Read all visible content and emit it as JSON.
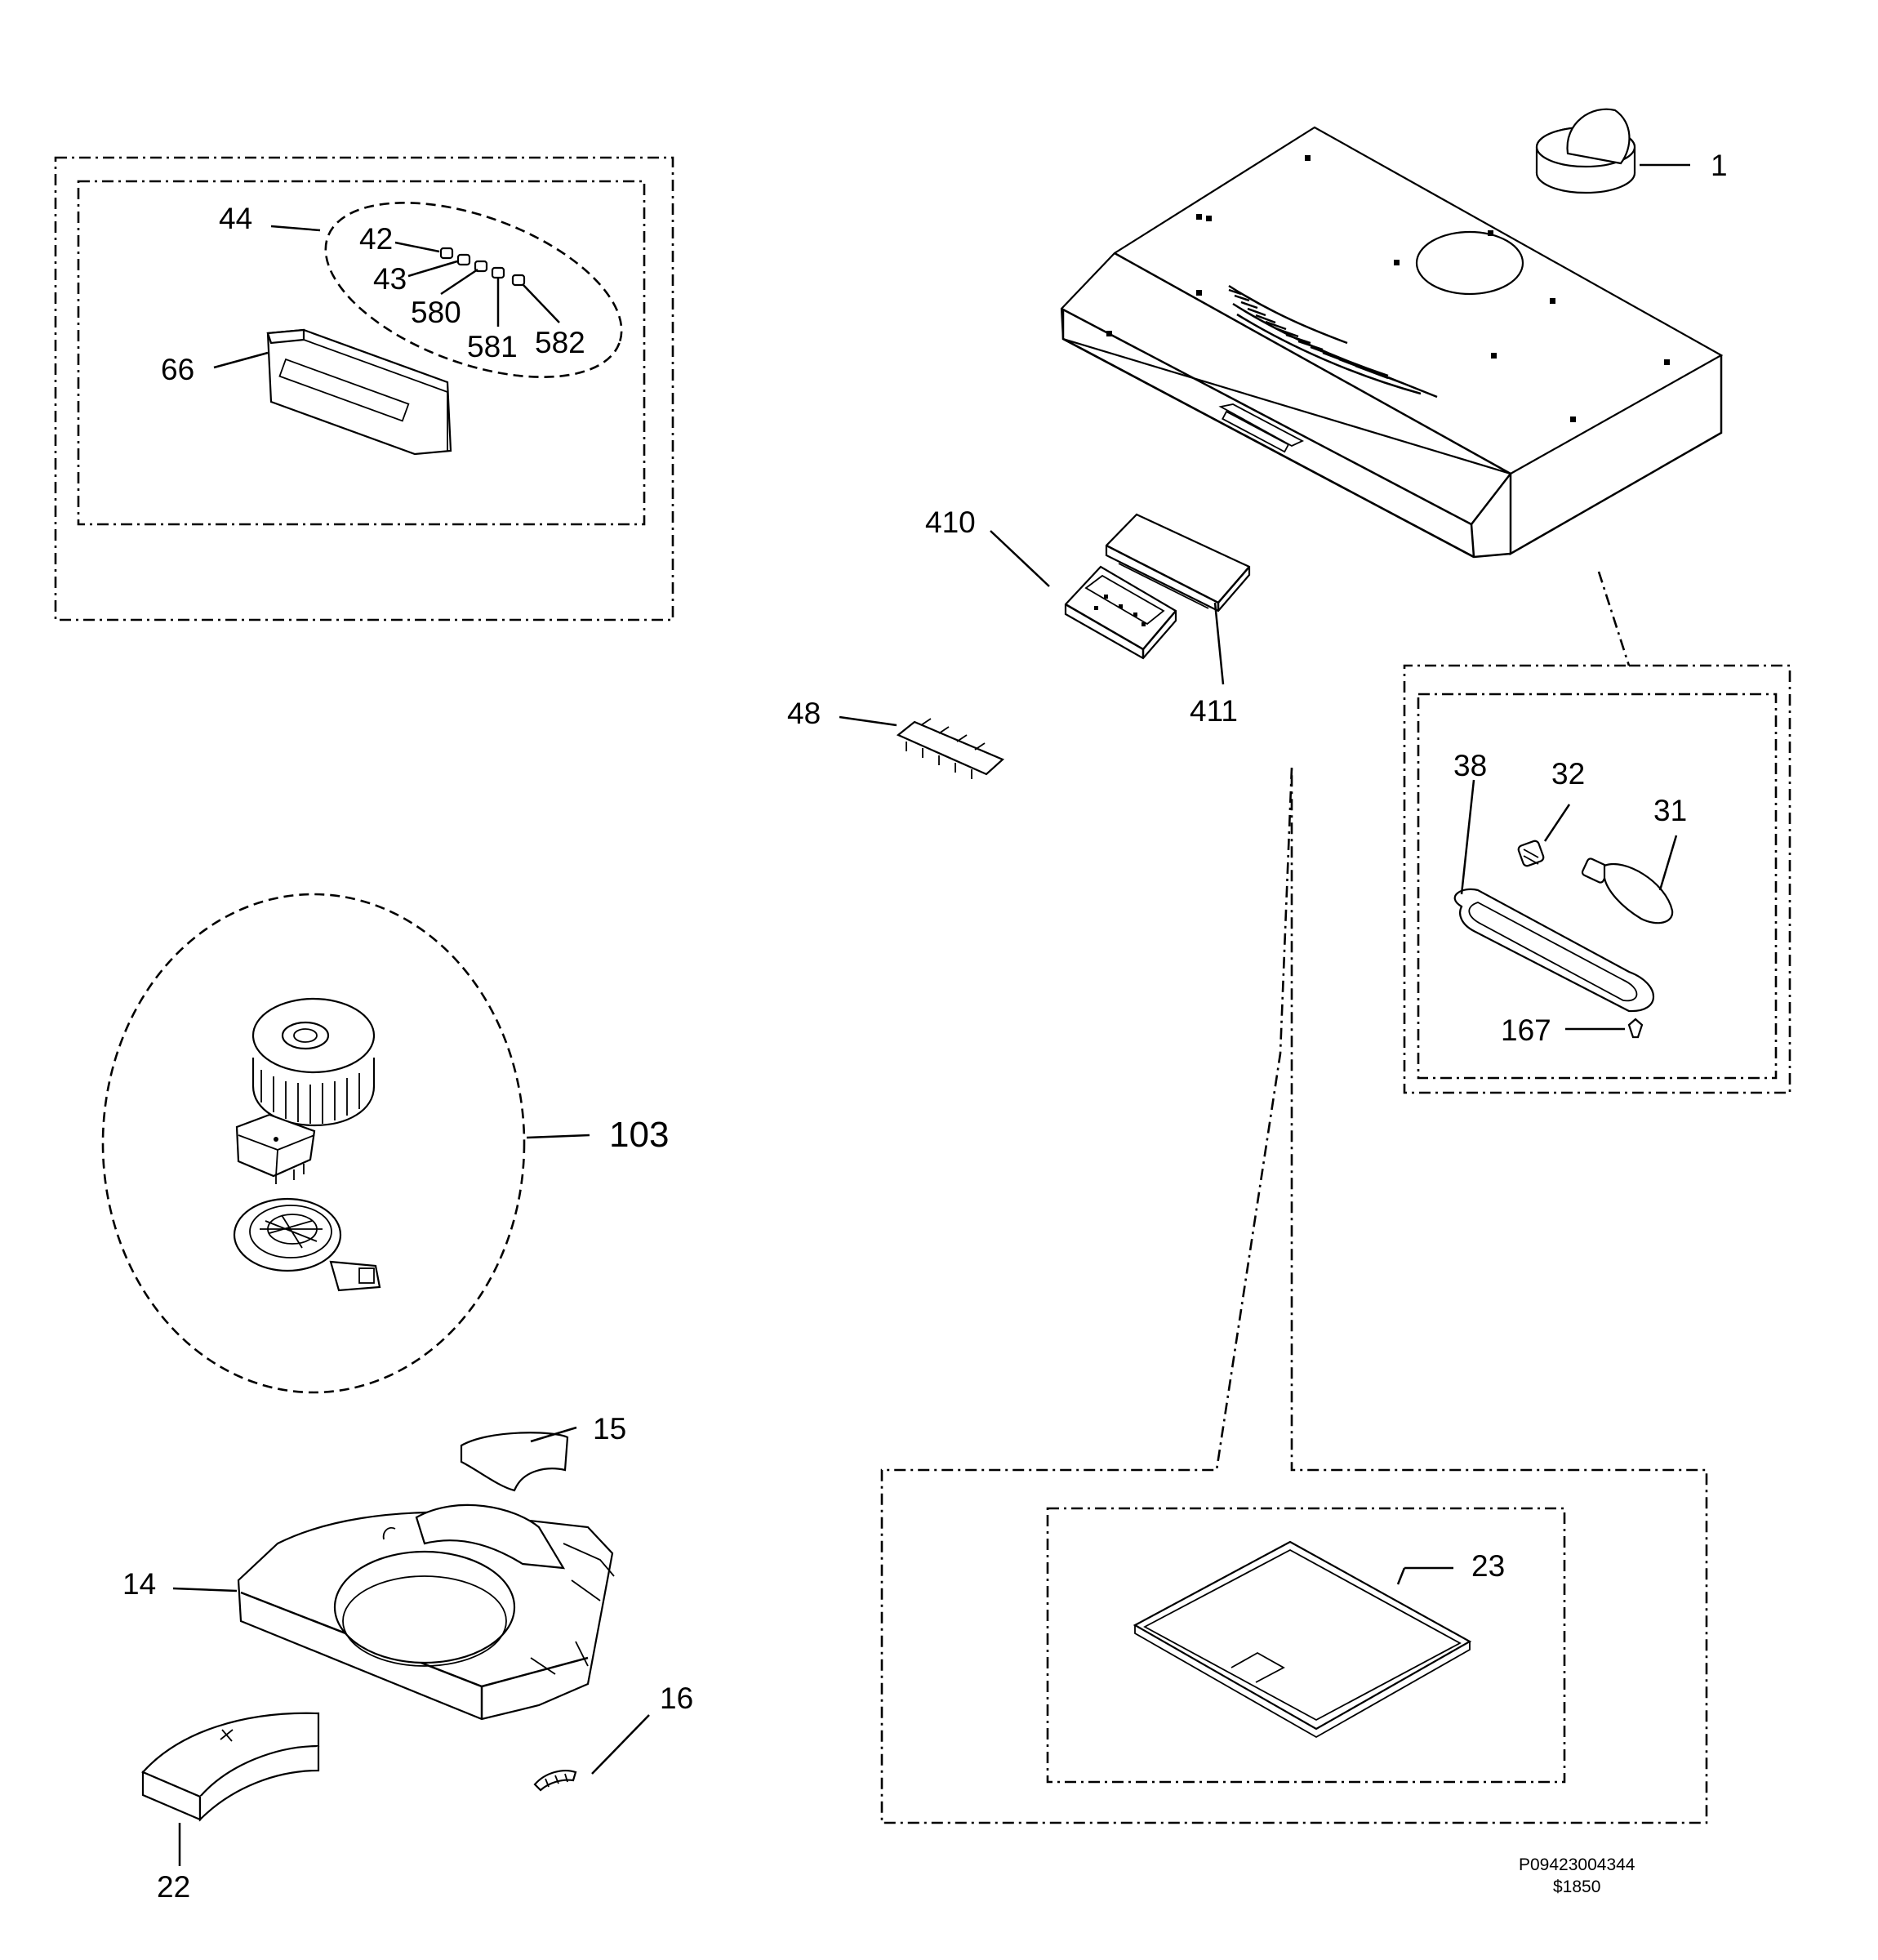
{
  "labels": {
    "p1": "1",
    "p44": "44",
    "p42": "42",
    "p43": "43",
    "p580": "580",
    "p581": "581",
    "p582": "582",
    "p66": "66",
    "p410": "410",
    "p411": "411",
    "p48": "48",
    "p38": "38",
    "p32": "32",
    "p31": "31",
    "p167": "167",
    "p103": "103",
    "p15": "15",
    "p14": "14",
    "p16": "16",
    "p22": "22",
    "p23": "23"
  },
  "footer": {
    "code": "P09423004344",
    "price": "$1850"
  }
}
